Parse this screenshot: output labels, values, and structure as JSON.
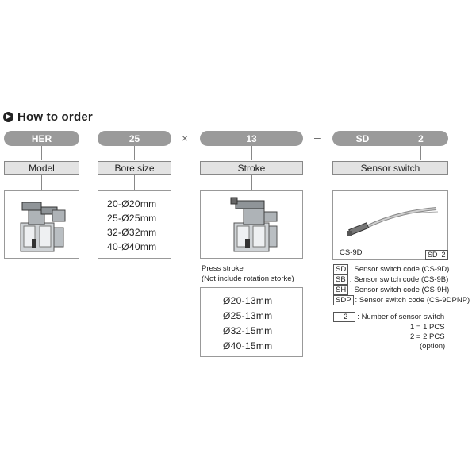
{
  "title": "How to order",
  "codes": {
    "model_code": "HER",
    "bore_code": "25",
    "stroke_code": "13",
    "sensor_code": "SD",
    "sensor_qty_code": "2",
    "times_sign": "×",
    "dash_sign": "–"
  },
  "labels": {
    "model": "Model",
    "bore": "Bore size",
    "stroke": "Stroke",
    "sensor": "Sensor switch"
  },
  "bore_sizes": [
    "20-Ø20mm",
    "25-Ø25mm",
    "32-Ø32mm",
    "40-Ø40mm"
  ],
  "stroke_note": {
    "line1": "Press stroke",
    "line2": "(Not include rotation storke)"
  },
  "strokes": [
    "Ø20-13mm",
    "Ø25-13mm",
    "Ø32-15mm",
    "Ø40-15mm"
  ],
  "sensor_image": {
    "caption": "CS-9D",
    "tag_code": "SD",
    "tag_qty": "2"
  },
  "sensor_codes": [
    {
      "code": "SD",
      "desc": ": Sensor switch code (CS-9D)"
    },
    {
      "code": "SB",
      "desc": ": Sensor switch code (CS-9B)"
    },
    {
      "code": "SH",
      "desc": ": Sensor switch code (CS-9H)"
    },
    {
      "code": "SDP",
      "desc": ": Sensor switch code (CS-9DPNP)"
    }
  ],
  "sensor_number": {
    "code": "2",
    "desc": ": Number of sensor switch",
    "opt1": "1 = 1 PCS",
    "opt2": "2 = 2 PCS",
    "opt3": "(option)"
  }
}
